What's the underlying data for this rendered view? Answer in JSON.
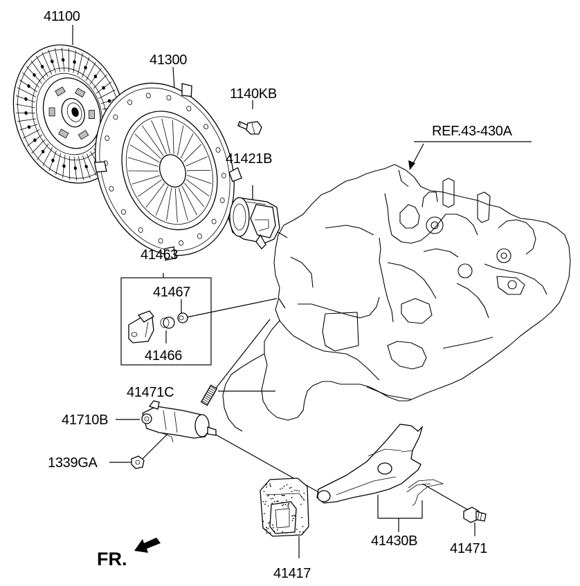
{
  "labels": {
    "clutch_disc": "41100",
    "clutch_cover": "41300",
    "bolt": "1140KB",
    "reference": "REF.43-430A",
    "release_bearing": "41421B",
    "bracket_set": "41463",
    "bushing_41467": "41467",
    "bushing_41466": "41466",
    "bleeder": "41471C",
    "release_cylinder": "41710B",
    "nut": "1339GA",
    "release_fork_set": "41430B",
    "fork_boot": "41417",
    "pivot_bolt": "41471",
    "front_marker": "FR."
  }
}
